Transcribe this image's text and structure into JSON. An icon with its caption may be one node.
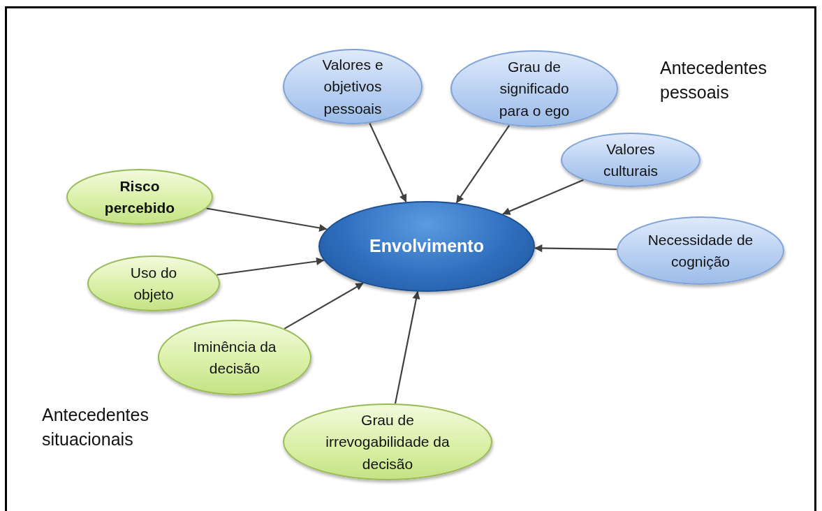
{
  "diagram": {
    "nodes": [
      {
        "text": [
          "Envolvimento"
        ]
      },
      {
        "text": [
          "Valores e objetivos pessoais"
        ]
      },
      {
        "text": [
          "Grau de significado para o ego"
        ]
      },
      {
        "text": [
          "Valores culturais"
        ]
      },
      {
        "text": [
          "Necessidade de cognição"
        ]
      },
      {
        "text": [
          "Risco percebido"
        ]
      },
      {
        "text": [
          "Uso do objeto"
        ]
      },
      {
        "text": [
          "Iminência da decisão"
        ]
      },
      {
        "text": [
          "Grau de irrevogabilidade da decisão"
        ]
      }
    ],
    "edges": [
      {
        "from": 1,
        "to": 0,
        "arrow": "to"
      },
      {
        "from": 2,
        "to": 0,
        "arrow": "to"
      },
      {
        "from": 3,
        "to": 0,
        "arrow": "to"
      },
      {
        "from": 4,
        "to": 0,
        "arrow": "to"
      },
      {
        "from": 5,
        "to": 0,
        "arrow": "to"
      },
      {
        "from": 6,
        "to": 0,
        "arrow": "to"
      },
      {
        "from": 7,
        "to": 0,
        "arrow": "to"
      },
      {
        "from": 8,
        "to": 0,
        "arrow": "to"
      }
    ],
    "labels": [
      "Antecedentes pessoais",
      "Antecedentes situacionais"
    ]
  }
}
